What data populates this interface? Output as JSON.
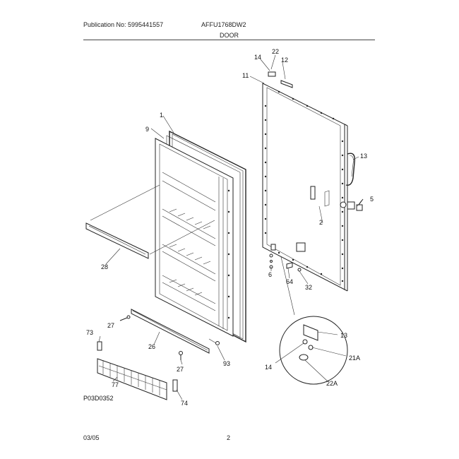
{
  "header": {
    "publication": "Publication No: 5995441557",
    "model": "AFFU1768DW2",
    "section": "DOOR"
  },
  "callouts": {
    "c1": "1",
    "c9": "9",
    "c14a": "14",
    "c22": "22",
    "c12": "12",
    "c11": "11",
    "c13a": "13",
    "c5": "5",
    "c2": "2",
    "c28": "28",
    "c6": "6",
    "c64": "64",
    "c32": "32",
    "c27a": "27",
    "c26": "26",
    "c73": "73",
    "c27b": "27",
    "c93": "93",
    "c77": "77",
    "c74": "74",
    "c13b": "13",
    "c21a": "21A",
    "c14b": "14",
    "c22a": "22A"
  },
  "diagram_code": "P03D0352",
  "footer": {
    "date": "03/05",
    "page": "2"
  }
}
